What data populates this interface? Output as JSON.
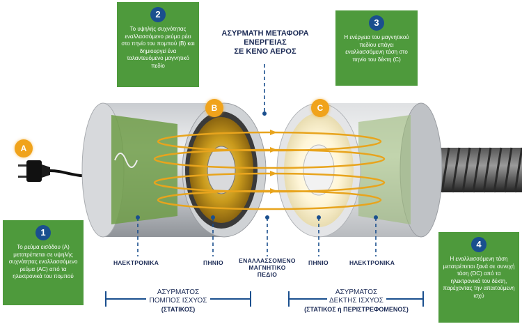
{
  "title": [
    "ΑΣΥΡΜΑΤΗ ΜΕΤΑΦΟΡΑ",
    "ΕΝΕΡΓΕΙΑΣ",
    "ΣΕ ΚΕΝΟ ΑΕΡΟΣ"
  ],
  "boxes": [
    {
      "num": "1",
      "text": "Το ρεύμα εισόδου (A) μετατρέπεται σε υψηλής συχνότητας εναλλασσόμενο ρεύμα (AC) από τα ηλεκτρονικά του πομπού"
    },
    {
      "num": "2",
      "text": "Το υψηλής συχνότητας εναλλασσόμενο ρεύμα ρέει στο πηνίο του πομπού (B) και δημιουργεί ένα ταλαντευόμενο μαγνητικό πεδίο"
    },
    {
      "num": "3",
      "text": "Η ενέργεια του μαγνητικού πεδίου επάγει εναλλασσόμενη τάση στο πηνίο του δέκτη (C)"
    },
    {
      "num": "4",
      "text": "Η εναλλασσόμενη τάση μετατρέπεται ξανά σε συνεχή τάση (DC) από τα ηλεκτρονικά του δέκτη, παρέχοντας την απαιτούμενη ισχύ"
    }
  ],
  "badges": {
    "a": "A",
    "b": "B",
    "c": "C"
  },
  "labels": {
    "electronics_left": "ΗΛΕΚΤΡΟΝΙΚΑ",
    "coil_left": "ΠΗΝΙΟ",
    "field": [
      "ΕΝΑΛΛΑΣΣΟΜΕΝΟ",
      "ΜΑΓΝΗΤΙΚΟ",
      "ΠΕΔΙΟ"
    ],
    "coil_right": "ΠΗΝΙΟ",
    "electronics_right": "ΗΛΕΚΤΡΟΝΙΚΑ"
  },
  "sections": {
    "transmitter": [
      "ΑΣΥΡΜΑΤΟΣ",
      "ΠΟΜΠΟΣ ΙΣΧΥΟΣ",
      "(ΣΤΑΤΙΚΟΣ)"
    ],
    "receiver": [
      "ΑΣΥΡΜΑΤΟΣ",
      "ΔΕΚΤΗΣ ΙΣΧΥΟΣ",
      "(ΣΤΑΤΙΚΟΣ ή ΠΕΡΙΣΤΡΕΦΟΜΕΝΟΣ)"
    ]
  },
  "colors": {
    "green": "#4e9a3c",
    "navy": "#1b2a55",
    "blue": "#1a4f8e",
    "orange": "#f0a31c",
    "gold": "#d6a21e"
  }
}
